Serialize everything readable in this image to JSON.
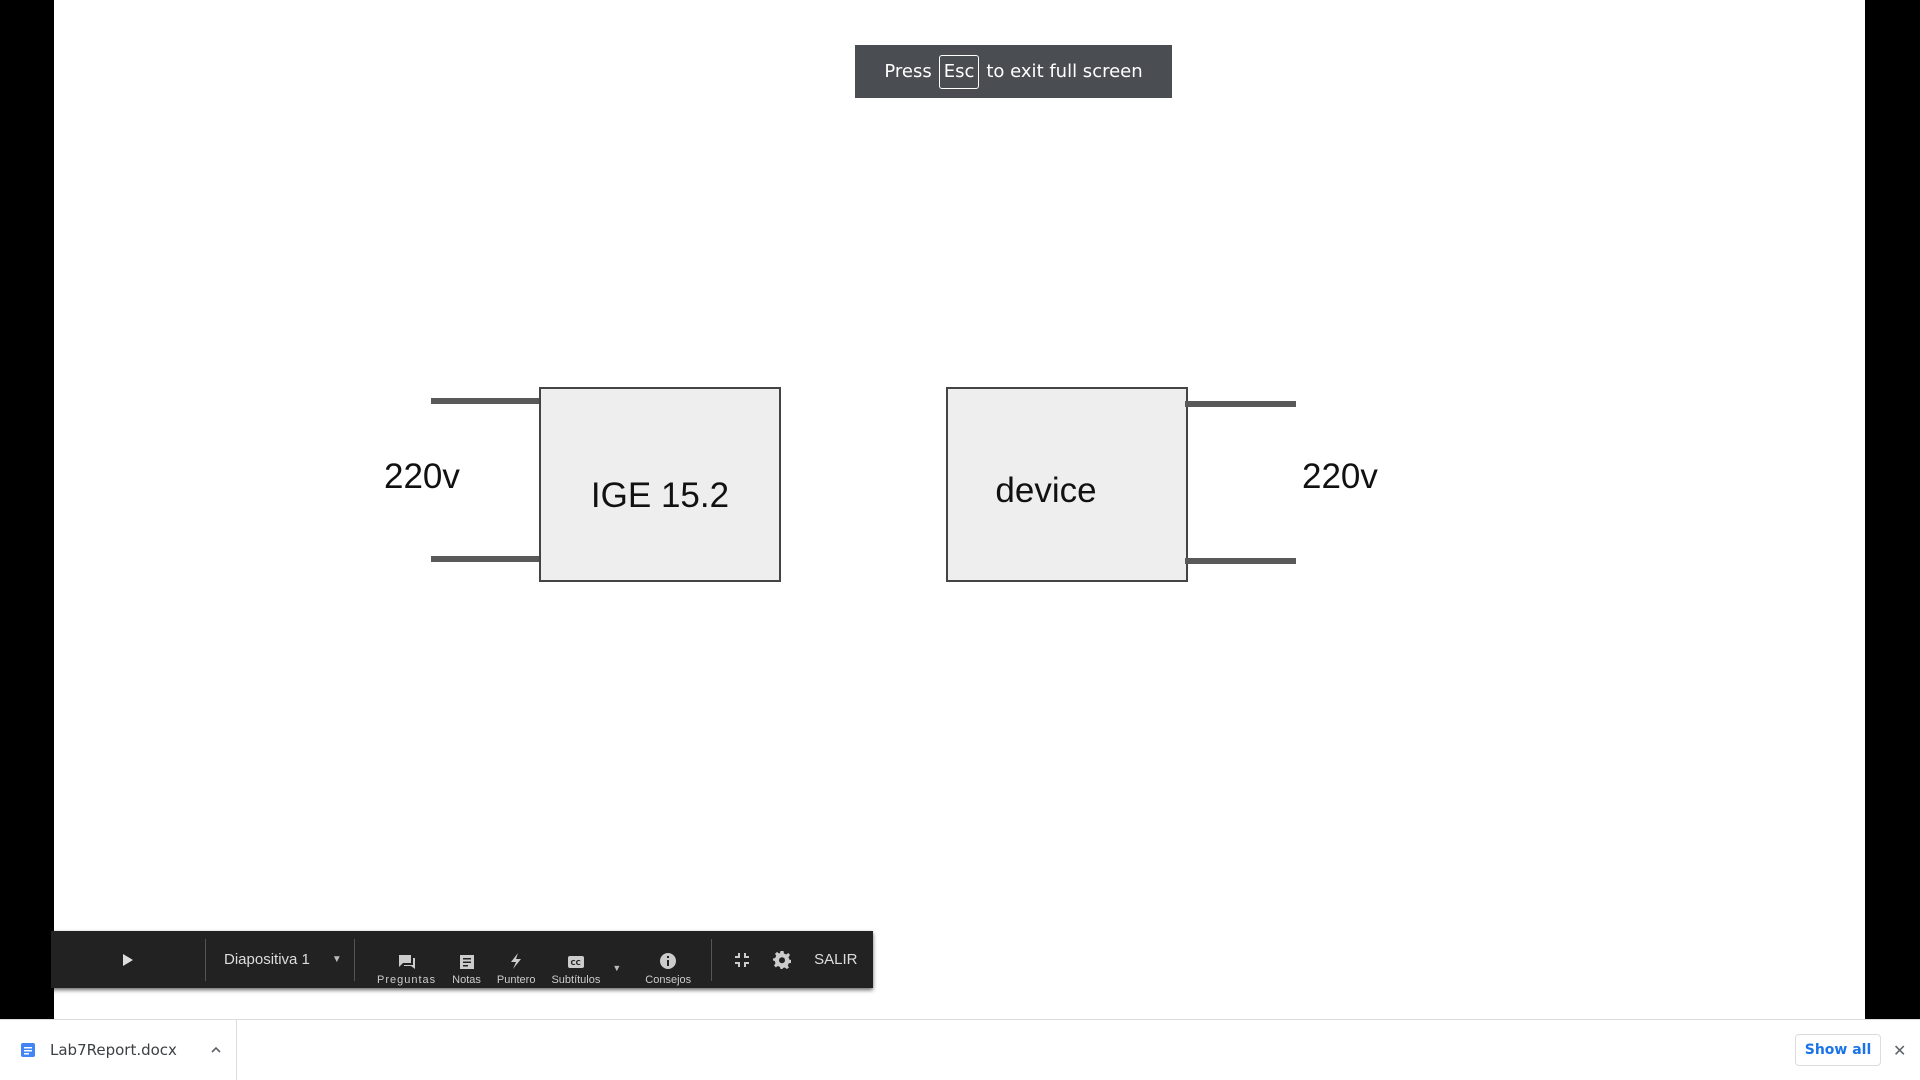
{
  "fullscreen_notice": {
    "prefix": "Press",
    "key": "Esc",
    "suffix": "to exit full screen"
  },
  "slide": {
    "box_left_label": "IGE 15.2",
    "box_right_label": "device",
    "voltage_left": "220v",
    "voltage_right": "220v"
  },
  "toolbar": {
    "slide_selector": "Diapositiva 1",
    "tools": [
      {
        "label": "Preguntas",
        "icon": "questions-icon"
      },
      {
        "label": "Notas",
        "icon": "notes-icon"
      },
      {
        "label": "Puntero",
        "icon": "pointer-icon"
      },
      {
        "label": "Subtítulos",
        "icon": "captions-icon"
      },
      {
        "label": "Consejos",
        "icon": "info-icon"
      }
    ],
    "exit_label": "SALIR"
  },
  "download_bar": {
    "file_name": "Lab7Report.docx",
    "show_all_label": "Show all"
  },
  "colors": {
    "toolbar_bg": "#222222",
    "toast_bg": "#4a4d52",
    "link_blue": "#1a73e8"
  }
}
